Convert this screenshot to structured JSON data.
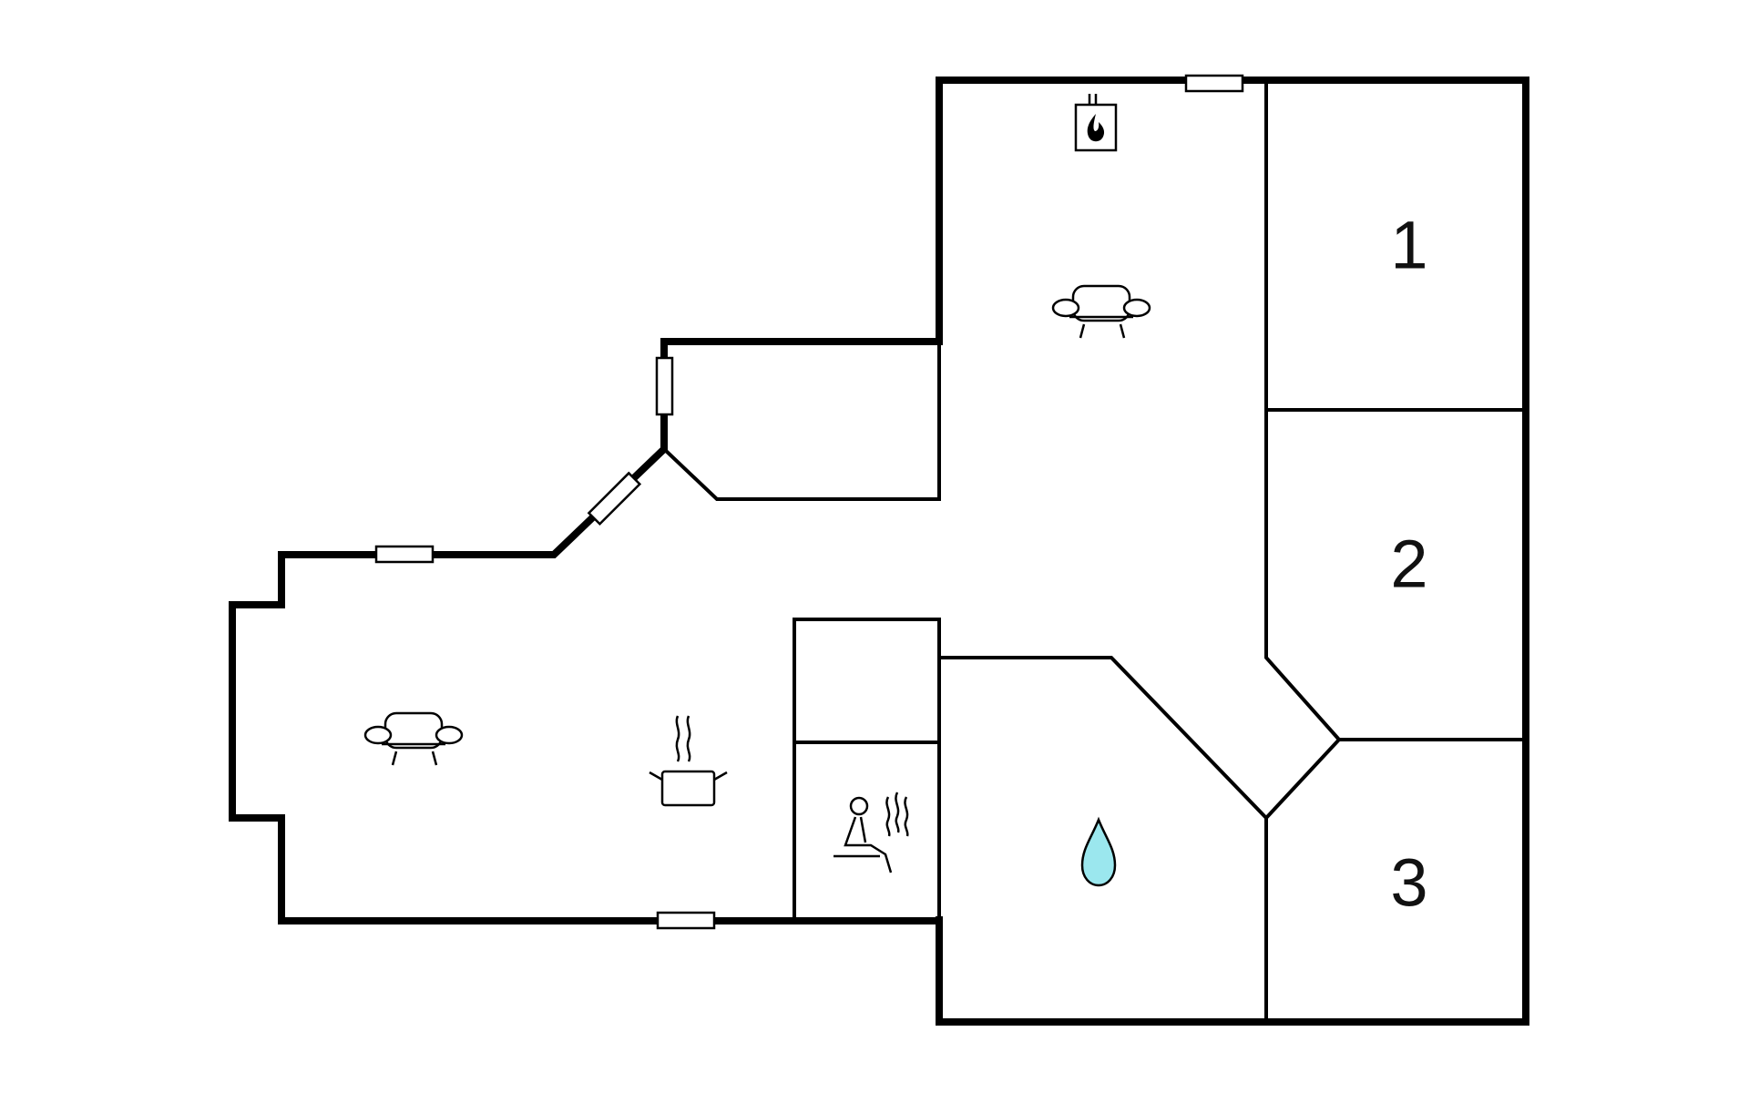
{
  "floorplan": {
    "colors": {
      "wall": "#000000",
      "background": "#ffffff",
      "window_fill": "#ffffff",
      "water_drop": "#9be7ee"
    },
    "rooms": [
      {
        "id": "bedroom-1",
        "label": "1"
      },
      {
        "id": "bedroom-2",
        "label": "2"
      },
      {
        "id": "bedroom-3",
        "label": "3"
      }
    ],
    "icons": [
      "fireplace-icon",
      "sofa-icon",
      "sofa-icon",
      "cooking-pot-icon",
      "sauna-icon",
      "water-drop-icon"
    ]
  }
}
